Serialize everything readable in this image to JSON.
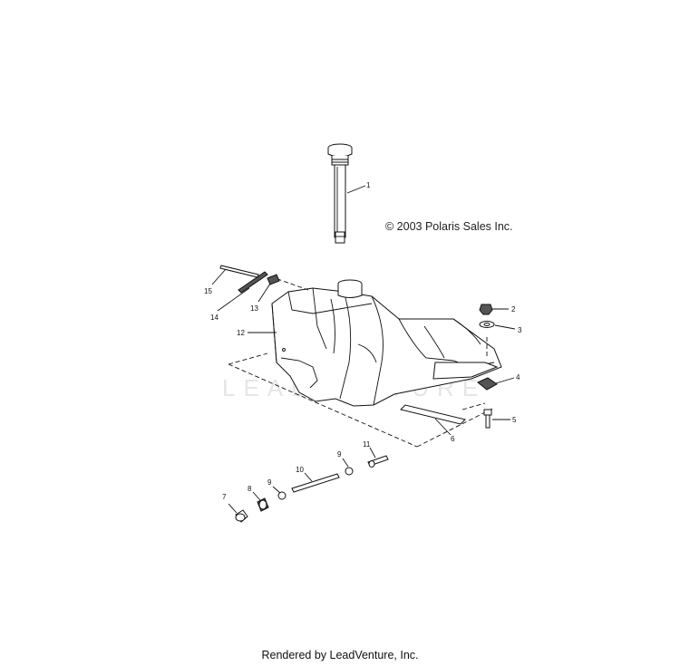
{
  "copyright": "© 2003 Polaris Sales Inc.",
  "footer": "Rendered by LeadVenture, Inc.",
  "watermark": "LEADVENTURE",
  "callouts": [
    "1",
    "2",
    "3",
    "4",
    "5",
    "6",
    "7",
    "8",
    "9",
    "9",
    "10",
    "11",
    "12",
    "13",
    "14",
    "15"
  ]
}
